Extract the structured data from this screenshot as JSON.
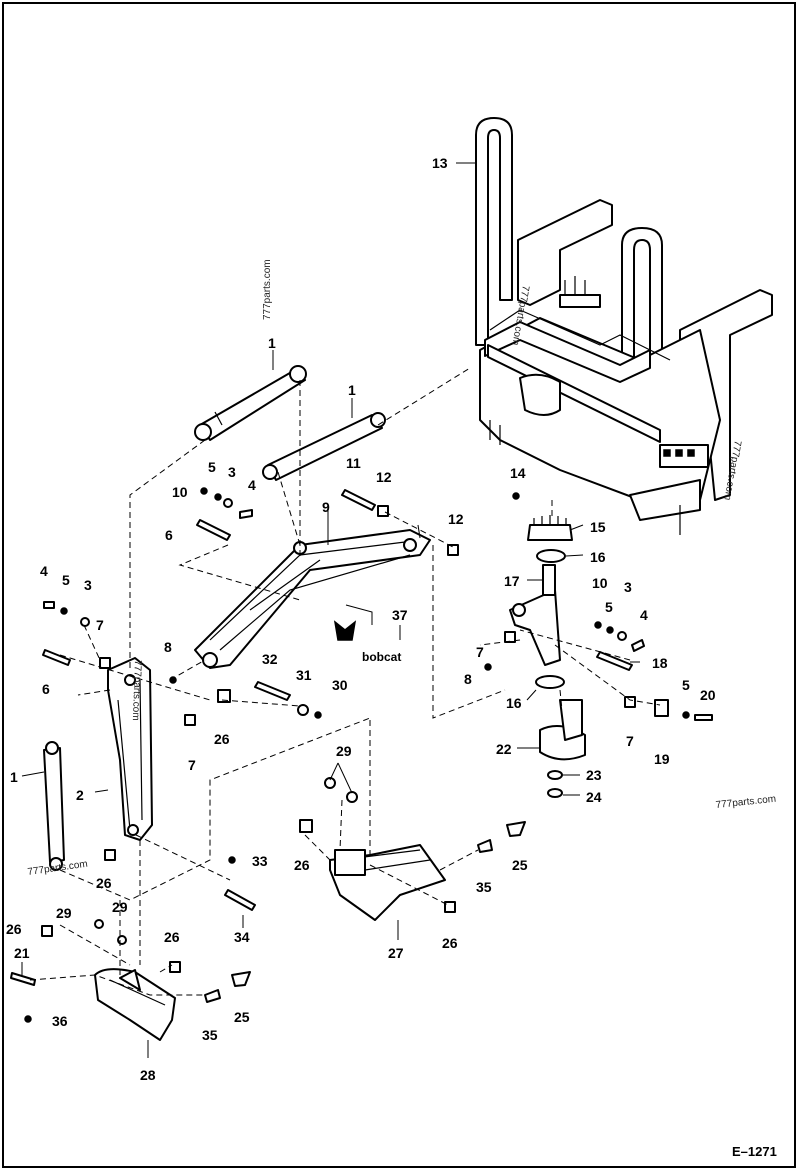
{
  "diagram": {
    "reference": "E–1271",
    "watermark": "777parts.com",
    "logo_text": "bobcat",
    "callouts": [
      {
        "id": "c13",
        "text": "13"
      },
      {
        "id": "c1a",
        "text": "1"
      },
      {
        "id": "c1b",
        "text": "1"
      },
      {
        "id": "c5a",
        "text": "5"
      },
      {
        "id": "c3a",
        "text": "3"
      },
      {
        "id": "c10a",
        "text": "10"
      },
      {
        "id": "c4a",
        "text": "4"
      },
      {
        "id": "c11",
        "text": "11"
      },
      {
        "id": "c12a",
        "text": "12"
      },
      {
        "id": "c14",
        "text": "14"
      },
      {
        "id": "c9",
        "text": "9"
      },
      {
        "id": "c6a",
        "text": "6"
      },
      {
        "id": "c12b",
        "text": "12"
      },
      {
        "id": "c15",
        "text": "15"
      },
      {
        "id": "c16a",
        "text": "16"
      },
      {
        "id": "c4b",
        "text": "4"
      },
      {
        "id": "c5b",
        "text": "5"
      },
      {
        "id": "c3b",
        "text": "3"
      },
      {
        "id": "c17",
        "text": "17"
      },
      {
        "id": "c10b",
        "text": "10"
      },
      {
        "id": "c3c",
        "text": "3"
      },
      {
        "id": "c5c",
        "text": "5"
      },
      {
        "id": "c7a",
        "text": "7"
      },
      {
        "id": "c37",
        "text": "37"
      },
      {
        "id": "c4c",
        "text": "4"
      },
      {
        "id": "c8a",
        "text": "8"
      },
      {
        "id": "c6b",
        "text": "6"
      },
      {
        "id": "c7b",
        "text": "7"
      },
      {
        "id": "c18",
        "text": "18"
      },
      {
        "id": "c32",
        "text": "32"
      },
      {
        "id": "c8b",
        "text": "8"
      },
      {
        "id": "c31",
        "text": "31"
      },
      {
        "id": "c30",
        "text": "30"
      },
      {
        "id": "c5d",
        "text": "5"
      },
      {
        "id": "c20",
        "text": "20"
      },
      {
        "id": "c16b",
        "text": "16"
      },
      {
        "id": "c26a",
        "text": "26"
      },
      {
        "id": "c7c",
        "text": "7"
      },
      {
        "id": "c7d",
        "text": "7"
      },
      {
        "id": "c19",
        "text": "19"
      },
      {
        "id": "c1c",
        "text": "1"
      },
      {
        "id": "c22",
        "text": "22"
      },
      {
        "id": "c29a",
        "text": "29"
      },
      {
        "id": "c23",
        "text": "23"
      },
      {
        "id": "c2",
        "text": "2"
      },
      {
        "id": "c24",
        "text": "24"
      },
      {
        "id": "c26b",
        "text": "26"
      },
      {
        "id": "c25a",
        "text": "25"
      },
      {
        "id": "c33",
        "text": "33"
      },
      {
        "id": "c26c",
        "text": "26"
      },
      {
        "id": "c35a",
        "text": "35"
      },
      {
        "id": "c29b",
        "text": "29"
      },
      {
        "id": "c29c",
        "text": "29"
      },
      {
        "id": "c26d",
        "text": "26"
      },
      {
        "id": "c34",
        "text": "34"
      },
      {
        "id": "c27",
        "text": "27"
      },
      {
        "id": "c26e",
        "text": "26"
      },
      {
        "id": "c26f",
        "text": "26"
      },
      {
        "id": "c21",
        "text": "21"
      },
      {
        "id": "c25b",
        "text": "25"
      },
      {
        "id": "c36",
        "text": "36"
      },
      {
        "id": "c35b",
        "text": "35"
      },
      {
        "id": "c28",
        "text": "28"
      }
    ]
  }
}
